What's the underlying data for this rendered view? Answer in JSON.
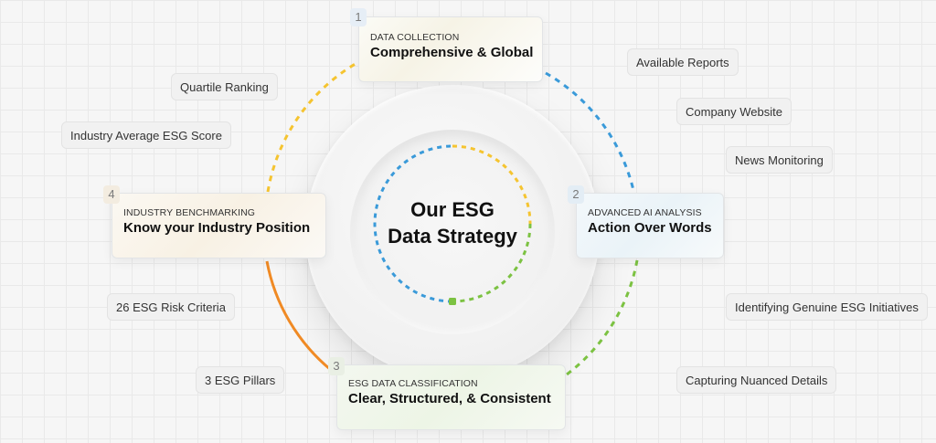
{
  "center": {
    "line1": "Our ESG",
    "line2": "Data Strategy"
  },
  "steps": [
    {
      "number": "1",
      "kicker": "DATA COLLECTION",
      "title": "Comprehensive & Global",
      "color": "#f5c430"
    },
    {
      "number": "2",
      "kicker": "ADVANCED AI ANALYSIS",
      "title": "Action Over Words",
      "color": "#3a9ad9"
    },
    {
      "number": "3",
      "kicker": "ESG DATA CLASSIFICATION",
      "title": "Clear, Structured, & Consistent",
      "color": "#7cc242"
    },
    {
      "number": "4",
      "kicker": "INDUSTRY BENCHMARKING",
      "title": "Know your Industry Position",
      "color": "#f08a24"
    }
  ],
  "tags": {
    "available_reports": "Available Reports",
    "company_website": "Company Website",
    "news_monitoring": "News Monitoring",
    "genuine_initiatives": "Identifying Genuine ESG Initiatives",
    "nuanced_details": "Capturing Nuanced Details",
    "esg_pillars": "3 ESG Pillars",
    "risk_criteria": "26 ESG Risk Criteria",
    "industry_average": "Industry Average ESG Score",
    "quartile_ranking": "Quartile Ranking"
  }
}
